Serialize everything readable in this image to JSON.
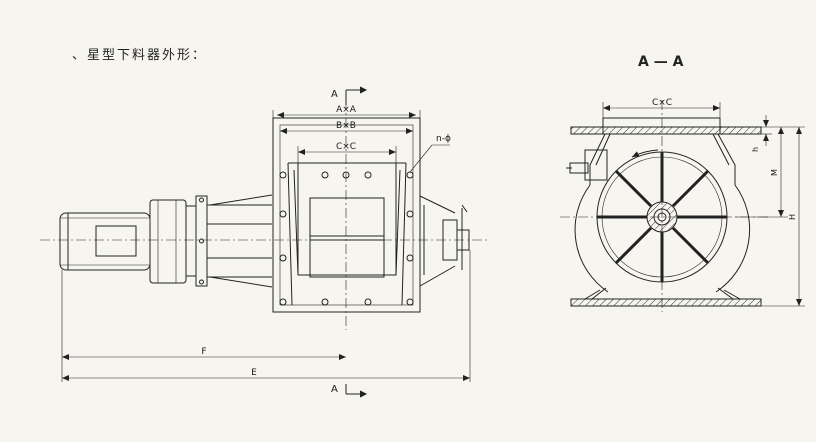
{
  "heading": "、星型下料器外形：",
  "section_view_title": "A — A",
  "front_view": {
    "section_marker_top": "A",
    "section_marker_bottom": "A",
    "dim_outer": "A×A",
    "dim_middle": "B×B",
    "dim_inner": "C×C",
    "dim_holes": "n-ϕ",
    "dim_motor_to_center": "F",
    "dim_overall_length": "E"
  },
  "side_view": {
    "dim_opening": "C×C",
    "dim_h_small": "h",
    "dim_m": "M",
    "dim_h_total": "H"
  }
}
